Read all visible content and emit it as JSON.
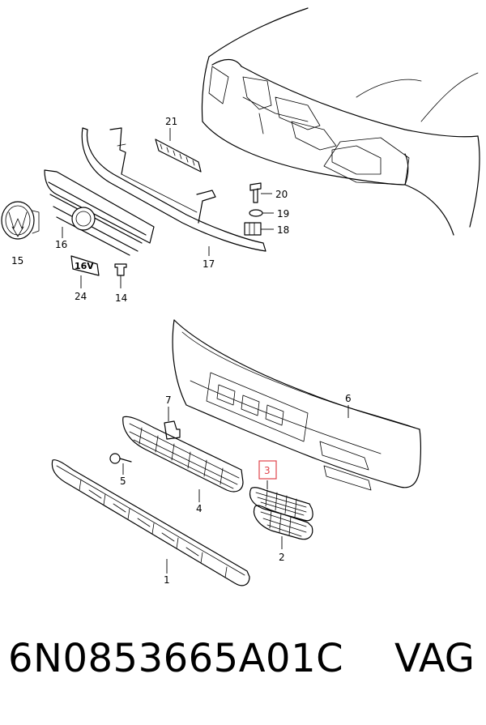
{
  "callouts": {
    "c21": "21",
    "c20": "20",
    "c19": "19",
    "c18": "18",
    "c17": "17",
    "c16": "16",
    "c15": "15",
    "c24": "24",
    "c14": "14",
    "c7": "7",
    "c6": "6",
    "c5": "5",
    "c4": "4",
    "c3": "3",
    "c2": "2",
    "c1": "1"
  },
  "highlight_color": "#e0434b",
  "footer": {
    "part_number": "6N0853665A01C",
    "brand": "VAG"
  }
}
